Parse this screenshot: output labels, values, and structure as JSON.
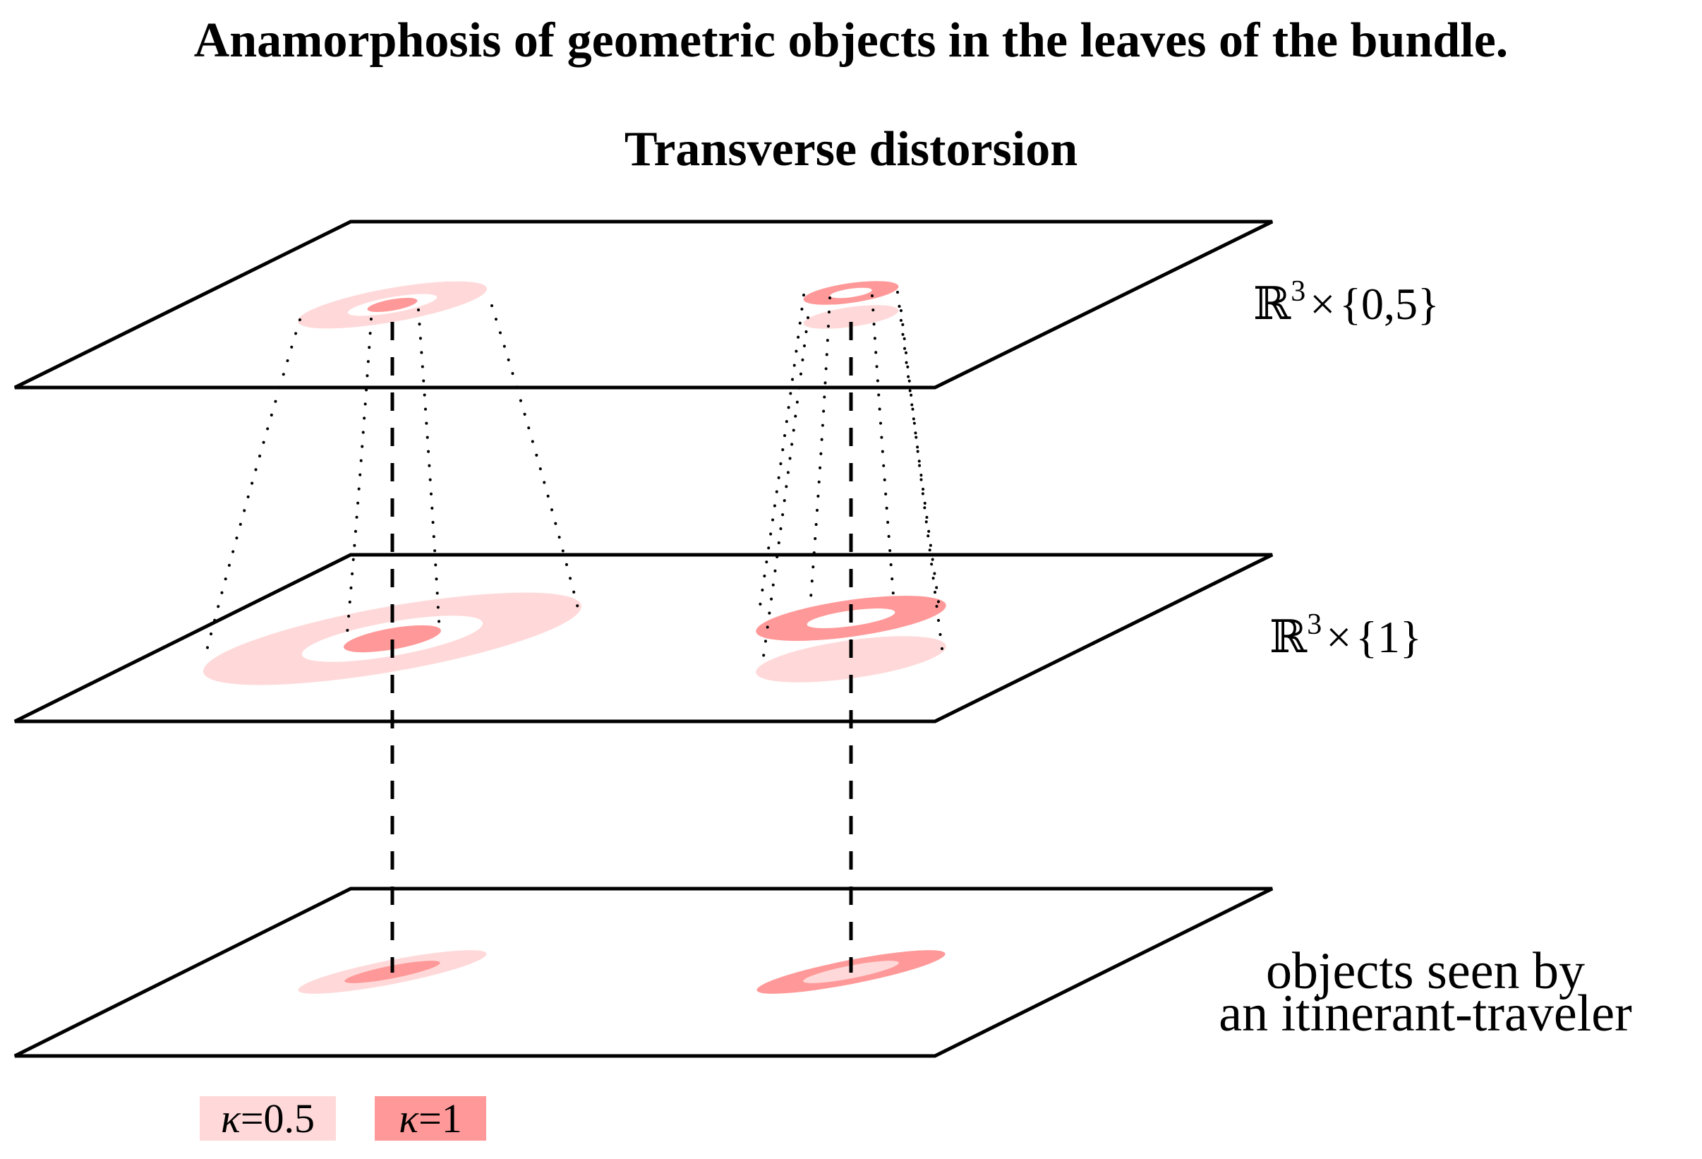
{
  "header": {
    "title": "Anamorphosis of geometric objects in the leaves of the bundle.",
    "subtitle": "Transverse distorsion"
  },
  "colors": {
    "kappa_0_5": "#FFD9D9",
    "kappa_1": "#FF9999",
    "line": "#000000",
    "background": "#FFFFFF"
  },
  "leaves": [
    {
      "id": "top",
      "label_base": "ℝ",
      "label_exp": "3",
      "label_times": "×",
      "label_set": "{0,5}"
    },
    {
      "id": "middle",
      "label_base": "ℝ",
      "label_exp": "3",
      "label_times": "×",
      "label_set": "{1}"
    },
    {
      "id": "bottom",
      "label_line1": "objects seen by",
      "label_line2": "an itinerant-traveler"
    }
  ],
  "legend": [
    {
      "symbol": "κ",
      "equals": "=",
      "value": "0.5",
      "color": "#FFD9D9"
    },
    {
      "symbol": "κ",
      "equals": "=",
      "value": "1",
      "color": "#FF9999"
    }
  ],
  "objects": [
    {
      "name": "disk-in-annulus",
      "inner": "κ=1",
      "outer": "κ=0.5"
    },
    {
      "name": "annulus-over-disk",
      "ring": "κ=1",
      "disk": "κ=0.5"
    }
  ]
}
